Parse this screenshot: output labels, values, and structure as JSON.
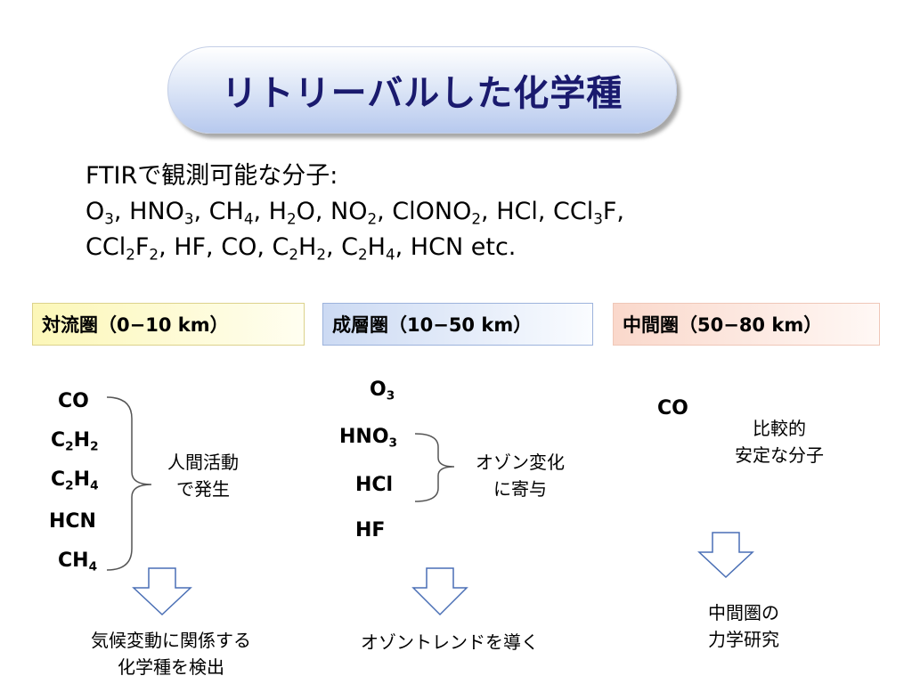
{
  "title": "リトリーバルした化学種",
  "intro": {
    "heading": "FTIRで観測可能な分子:",
    "line2": [
      {
        "t": "O"
      },
      {
        "s": "3"
      },
      {
        "t": ", HNO"
      },
      {
        "s": "3"
      },
      {
        "t": ", CH"
      },
      {
        "s": "4"
      },
      {
        "t": ", H"
      },
      {
        "s": "2"
      },
      {
        "t": "O, NO"
      },
      {
        "s": "2"
      },
      {
        "t": ", ClONO"
      },
      {
        "s": "2"
      },
      {
        "t": ", HCl, CCl"
      },
      {
        "s": "3"
      },
      {
        "t": "F,"
      }
    ],
    "line3": [
      {
        "t": "CCl"
      },
      {
        "s": "2"
      },
      {
        "t": "F"
      },
      {
        "s": "2"
      },
      {
        "t": ", HF, CO, C"
      },
      {
        "s": "2"
      },
      {
        "t": "H"
      },
      {
        "s": "2"
      },
      {
        "t": ", C"
      },
      {
        "s": "2"
      },
      {
        "t": "H"
      },
      {
        "s": "4"
      },
      {
        "t": ", HCN etc."
      }
    ]
  },
  "columns": {
    "troposphere": {
      "header": "対流圏（0−10 km）",
      "molecules": [
        [
          {
            "t": "CO"
          }
        ],
        [
          {
            "t": "C"
          },
          {
            "s": "2"
          },
          {
            "t": "H"
          },
          {
            "s": "2"
          }
        ],
        [
          {
            "t": "C"
          },
          {
            "s": "2"
          },
          {
            "t": "H"
          },
          {
            "s": "4"
          }
        ],
        [
          {
            "t": "HCN"
          }
        ],
        [
          {
            "t": "CH"
          },
          {
            "s": "4"
          }
        ]
      ],
      "note": [
        "人間活動",
        "で発生"
      ],
      "conclusion": [
        "気候変動に関係する",
        "化学種を検出"
      ]
    },
    "stratosphere": {
      "header": "成層圏（10−50 km）",
      "molecules": [
        [
          {
            "t": "O"
          },
          {
            "s": "3"
          }
        ],
        [
          {
            "t": "HNO"
          },
          {
            "s": "3"
          }
        ],
        [
          {
            "t": "HCl"
          }
        ],
        [
          {
            "t": "HF"
          }
        ]
      ],
      "note": [
        "オゾン変化",
        "に寄与"
      ],
      "conclusion": [
        "オゾントレンドを導く"
      ]
    },
    "mesosphere": {
      "header": "中間圏（50−80 km）",
      "molecules": [
        [
          {
            "t": "CO"
          }
        ]
      ],
      "note": [
        "比較的",
        "安定な分子"
      ],
      "conclusion": [
        "中間圏の",
        "力学研究"
      ]
    }
  },
  "colors": {
    "title_text": "#1a1a6e",
    "arrow_stroke": "#4a6fb5",
    "bracket_stroke": "#555555"
  }
}
